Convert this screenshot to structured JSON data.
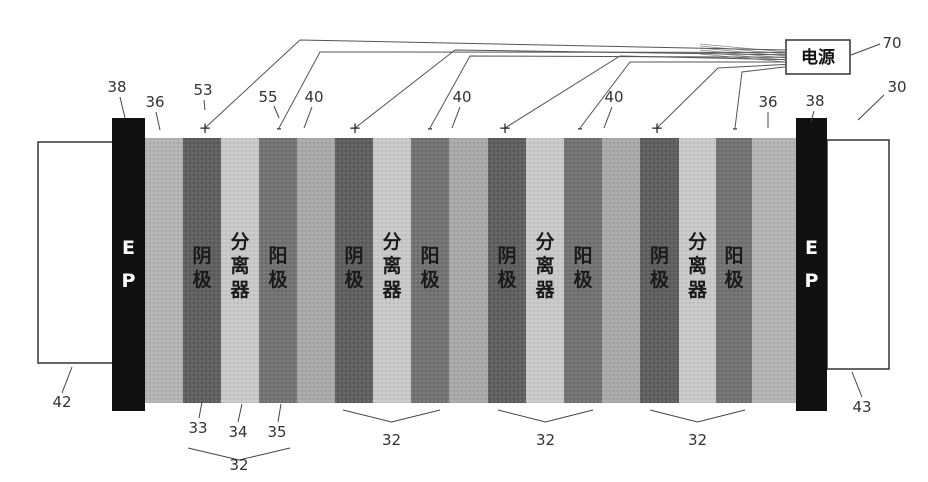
{
  "power_supply": {
    "label": "电源",
    "ref": "70"
  },
  "refs": {
    "battery": "30",
    "stack": "32",
    "cathode": "33",
    "separator": "34",
    "anode": "35",
    "endplate_outer": "36",
    "endplate": "38",
    "interconnect": "40",
    "left_block": "42",
    "right_block": "43",
    "pos_terminal": "53",
    "neg_terminal": "55"
  },
  "layers": {
    "end_plate": "E P",
    "cathode": "阴极",
    "separator": "分离器",
    "anode": "阳极",
    "plus": "+",
    "minus": "-"
  },
  "colors": {
    "endplate": "#111111",
    "cathode": "#5e5e5e",
    "anode": "#727272",
    "separator": "#c9c9c9",
    "interconnect": "#a9a9a9",
    "outer": "#b4b4b4",
    "block_border": "#333333",
    "wire": "#555555"
  }
}
